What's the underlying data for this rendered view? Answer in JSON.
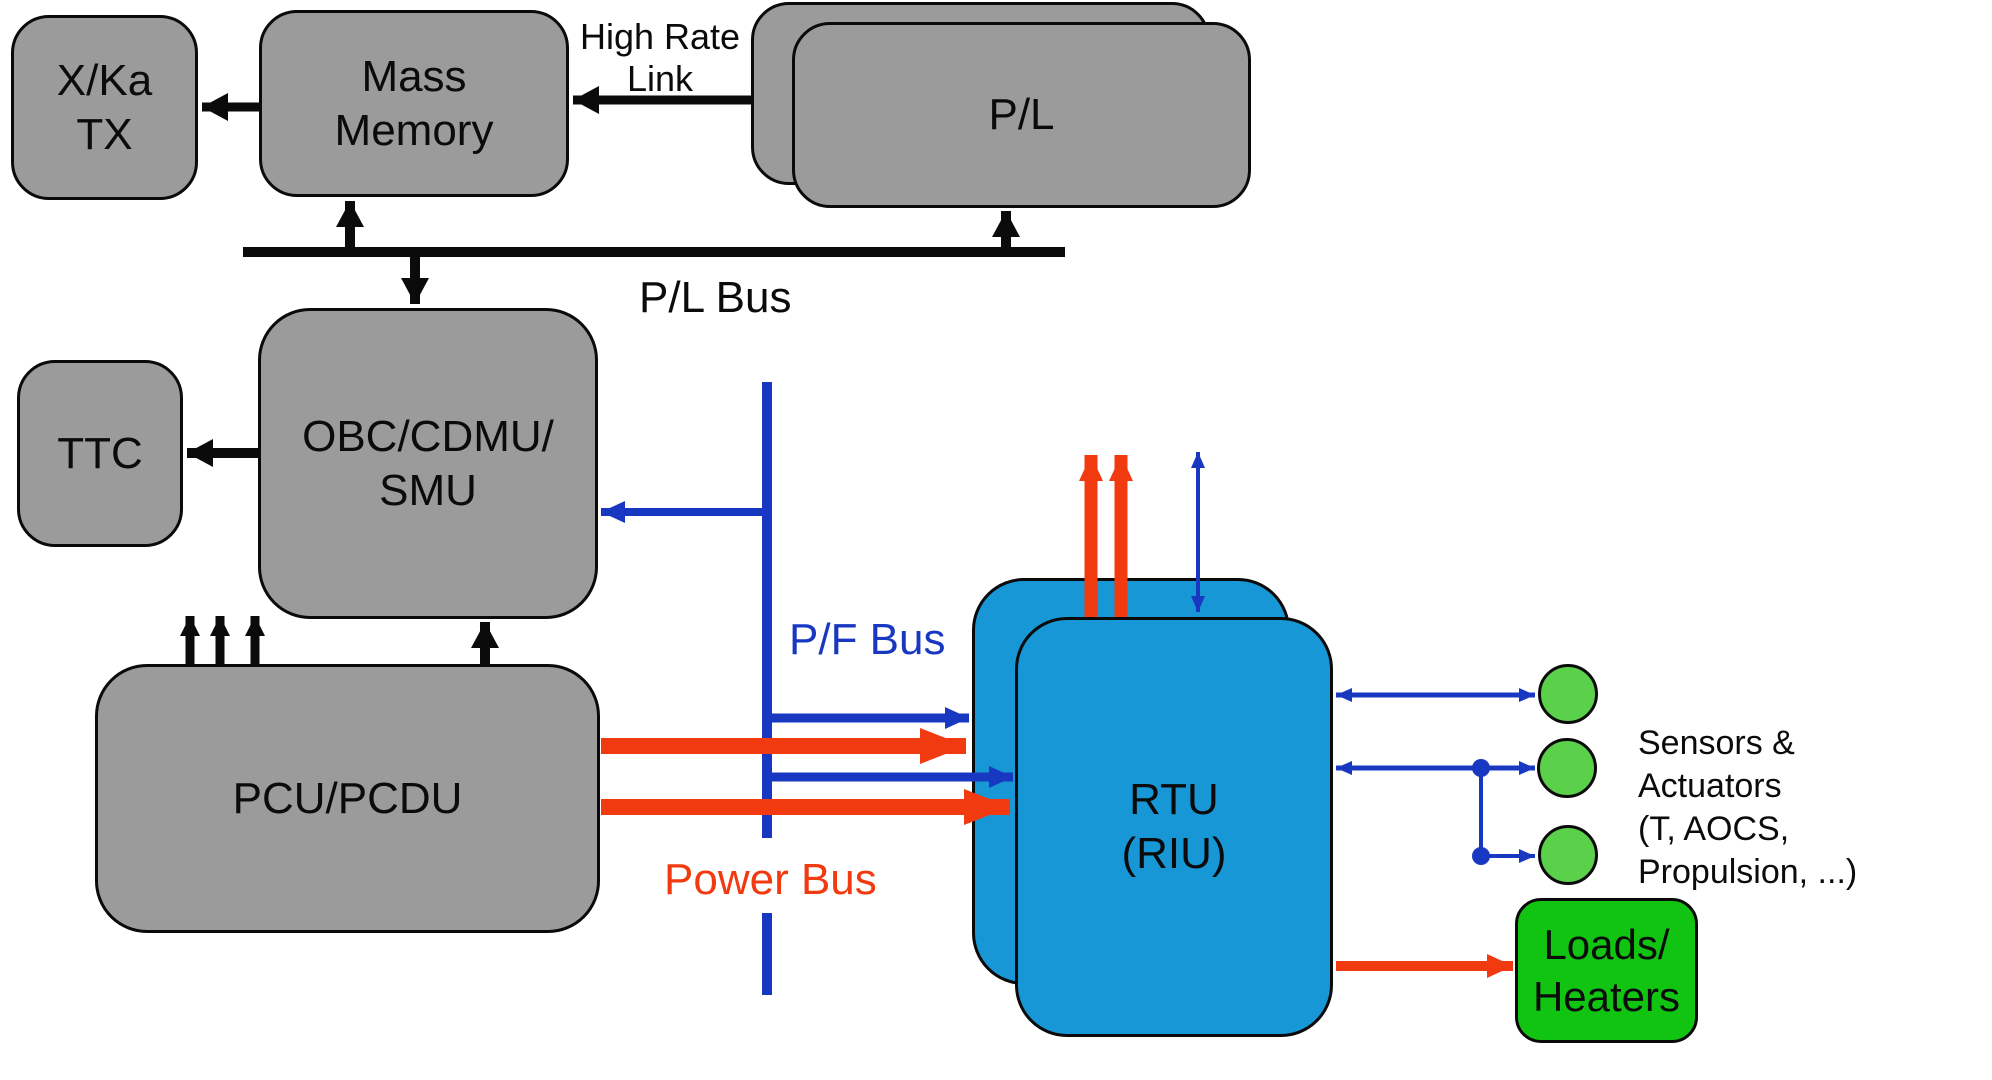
{
  "palette": {
    "box-gray": "#9B9B9B",
    "outline": "#0a0a0a",
    "blue": "#1838C2",
    "red": "#F23A10",
    "cyan": "#1897D6",
    "circle-green": "#5BD14B",
    "loads-green": "#12C412"
  },
  "nodes": {
    "xka": [
      "X/Ka",
      "TX"
    ],
    "mass_memory": [
      "Mass",
      "Memory"
    ],
    "pl": [
      "P/L"
    ],
    "ttc": [
      "TTC"
    ],
    "obc": [
      "OBC/CDMU/",
      "SMU"
    ],
    "pcu": [
      "PCU/PCDU"
    ],
    "rtu": [
      "RTU",
      "(RIU)"
    ],
    "loads": [
      "Loads/",
      "Heaters"
    ]
  },
  "labels": {
    "high_rate_link": "High Rate\nLink",
    "pl_bus": "P/L Bus",
    "pf_bus": "P/F Bus",
    "power_bus": "Power Bus",
    "sensors_note": "Sensors &\nActuators\n(T, AOCS,\nPropulsion, ...)"
  }
}
